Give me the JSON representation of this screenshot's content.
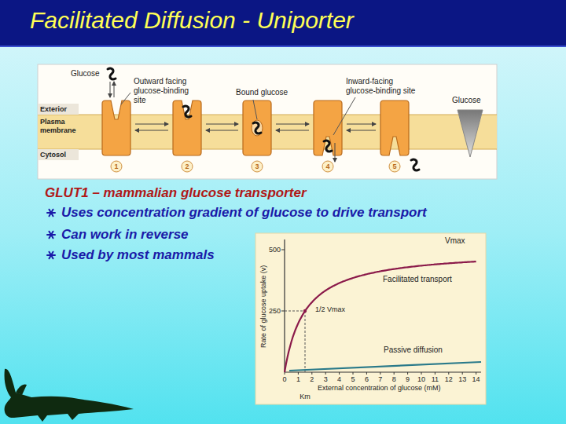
{
  "diagram": {
    "title": "Facilitated Diffusion - Uniporter",
    "labels": [
      "Glucose",
      "Outward facing glucose-binding site",
      "Bound glucose",
      "Inward-facing glucose-binding site",
      "Glucose",
      "Exterior",
      "Plasma membrane",
      "Cytosol",
      "1",
      "2",
      "3",
      "4",
      "5",
      "GLUT1 – mammalian glucose transporter",
      "Uses concentration gradient of glucose to drive transport",
      "Can work in reverse",
      "Used by most mammals",
      "500",
      "250",
      "Vmax",
      "1/2 Vmax",
      "Facilitated transport",
      "Passive diffusion",
      "Rate of glucose uptake (v)",
      "0",
      "1",
      "2",
      "3",
      "4",
      "5",
      "6",
      "7",
      "8",
      "9",
      "10",
      "11",
      "12",
      "13",
      "14",
      "External concentration of glucose (mM)",
      "Km"
    ]
  }
}
